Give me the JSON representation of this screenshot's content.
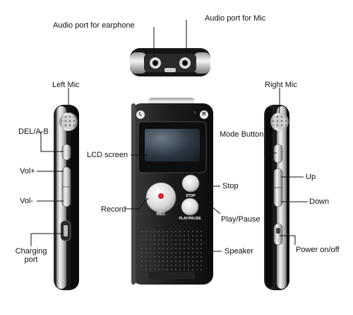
{
  "callouts": {
    "earphone_port": "Audio port for earphone",
    "mic_port": "Audio port for Mic",
    "left_mic": "Left Mic",
    "right_mic": "Right Mic",
    "del_ab": "DEL/A-B",
    "vol_plus": "Vol+",
    "vol_minus": "Vol-",
    "charging_port_line1": "Charging",
    "charging_port_line2": "port",
    "lcd_screen": "LCD screen",
    "record": "Record",
    "stop": "Stop",
    "play_pause": "Play/Pause",
    "speaker": "Speaker",
    "mode_button": "Mode Button",
    "up": "Up",
    "down": "Down",
    "power": "Power on/off"
  },
  "device_labels": {
    "mic_left_badge": "L",
    "mic_right_badge": "R",
    "rec_button": "REC",
    "stop_button": "STOP",
    "play_button": "PLAY/PAUSE"
  },
  "colors": {
    "body_black": "#1a1a1a",
    "chrome": "#c9c9c9",
    "rec_dot": "#d8212b",
    "leader_line": "#111111"
  }
}
